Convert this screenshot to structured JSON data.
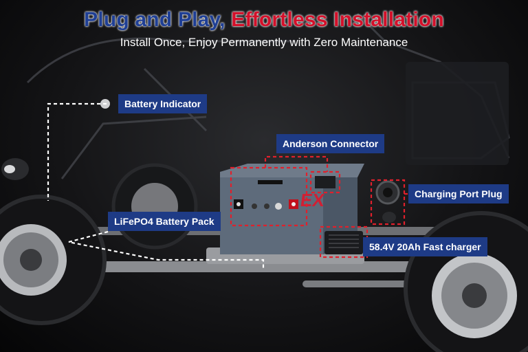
{
  "header": {
    "title_part1": "Plug and Play,",
    "title_part2": "Effortless Installation",
    "subtitle": "Install Once, Enjoy Permanently with Zero Maintenance"
  },
  "callouts": {
    "battery_indicator": "Battery Indicator",
    "anderson_connector": "Anderson Connector",
    "charging_port_plug": "Charging Port Plug",
    "battery_pack": "LiFePO4 Battery Pack",
    "fast_charger": "58.4V 20Ah Fast charger"
  },
  "colors": {
    "title_blue": "#1f3f95",
    "title_red": "#d3102a",
    "label_bg": "#1e3b86",
    "dashed_red": "#e0202c",
    "dashed_white": "#ffffff"
  }
}
